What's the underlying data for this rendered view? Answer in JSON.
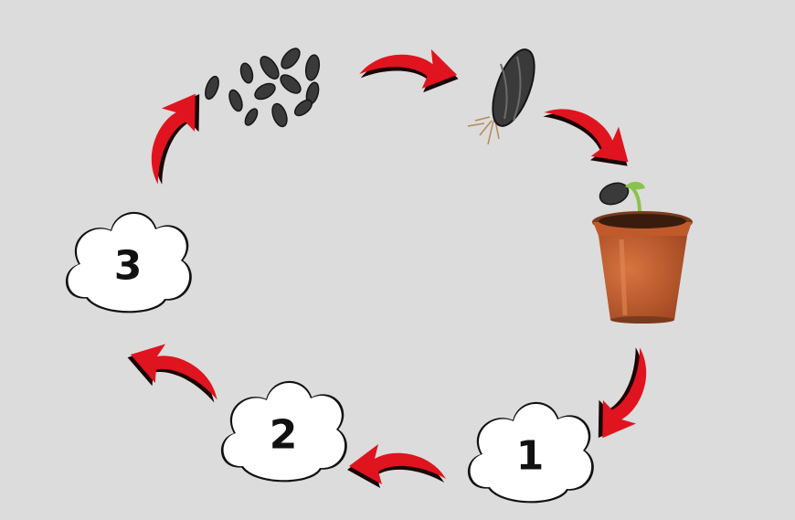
{
  "diagram": {
    "type": "life-cycle",
    "colors": {
      "background": "#dcdcdc",
      "arrow": "#e0141e",
      "arrow_shadow": "#1a0505",
      "cloud_fill": "#ffffff",
      "cloud_stroke": "#111111",
      "seed": "#3a3a3a",
      "pot": "#c05a2b",
      "sprout": "#8bc34a"
    },
    "stages": [
      {
        "id": "seeds",
        "icon": "seeds-pile-icon"
      },
      {
        "id": "germinating-seed",
        "icon": "germinating-seed-icon"
      },
      {
        "id": "seedling-in-pot",
        "icon": "potted-seedling-icon"
      },
      {
        "id": "step-1",
        "label": "1"
      },
      {
        "id": "step-2",
        "label": "2"
      },
      {
        "id": "step-3",
        "label": "3"
      }
    ]
  }
}
